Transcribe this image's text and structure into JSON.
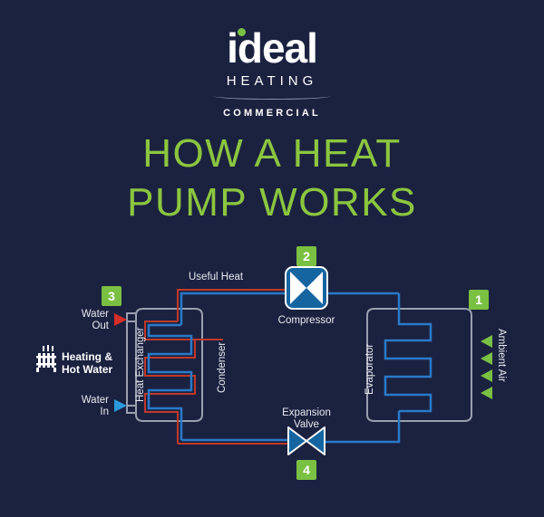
{
  "brand": {
    "wordmark": "ideal",
    "sub": "HEATING",
    "tag": "COMMERCIAL",
    "dot_color": "#7ac143"
  },
  "title": {
    "line1": "HOW A HEAT",
    "line2": "PUMP WORKS",
    "color": "#8cc63f"
  },
  "colors": {
    "background": "#1b2240",
    "green": "#7ac143",
    "blue": "#1565a0",
    "pipe_blue": "#2a7ac9",
    "pipe_red": "#c0392b",
    "vessel_gray": "#9aa0b0",
    "text": "#e8eaf0"
  },
  "diagram": {
    "steps": [
      {
        "number": "1",
        "label": "Ambient Air"
      },
      {
        "number": "2",
        "label": "Compressor"
      },
      {
        "number": "3",
        "label": "Heat Exchanger"
      },
      {
        "number": "4",
        "label": "Expansion Valve"
      }
    ],
    "labels": {
      "useful_heat": "Useful Heat",
      "compressor": "Compressor",
      "condenser": "Condenser",
      "evaporator": "Evaporator",
      "heat_exchanger": "Heat Exchanger",
      "ambient_air": "Ambient Air",
      "expansion_valve_line1": "Expansion",
      "expansion_valve_line2": "Valve",
      "water_out_line1": "Water",
      "water_out_line2": "Out",
      "water_in_line1": "Water",
      "water_in_line2": "In",
      "heating_line1": "Heating &",
      "heating_line2": "Hot Water"
    },
    "badges": {
      "one": "1",
      "two": "2",
      "three": "3",
      "four": "4"
    }
  }
}
